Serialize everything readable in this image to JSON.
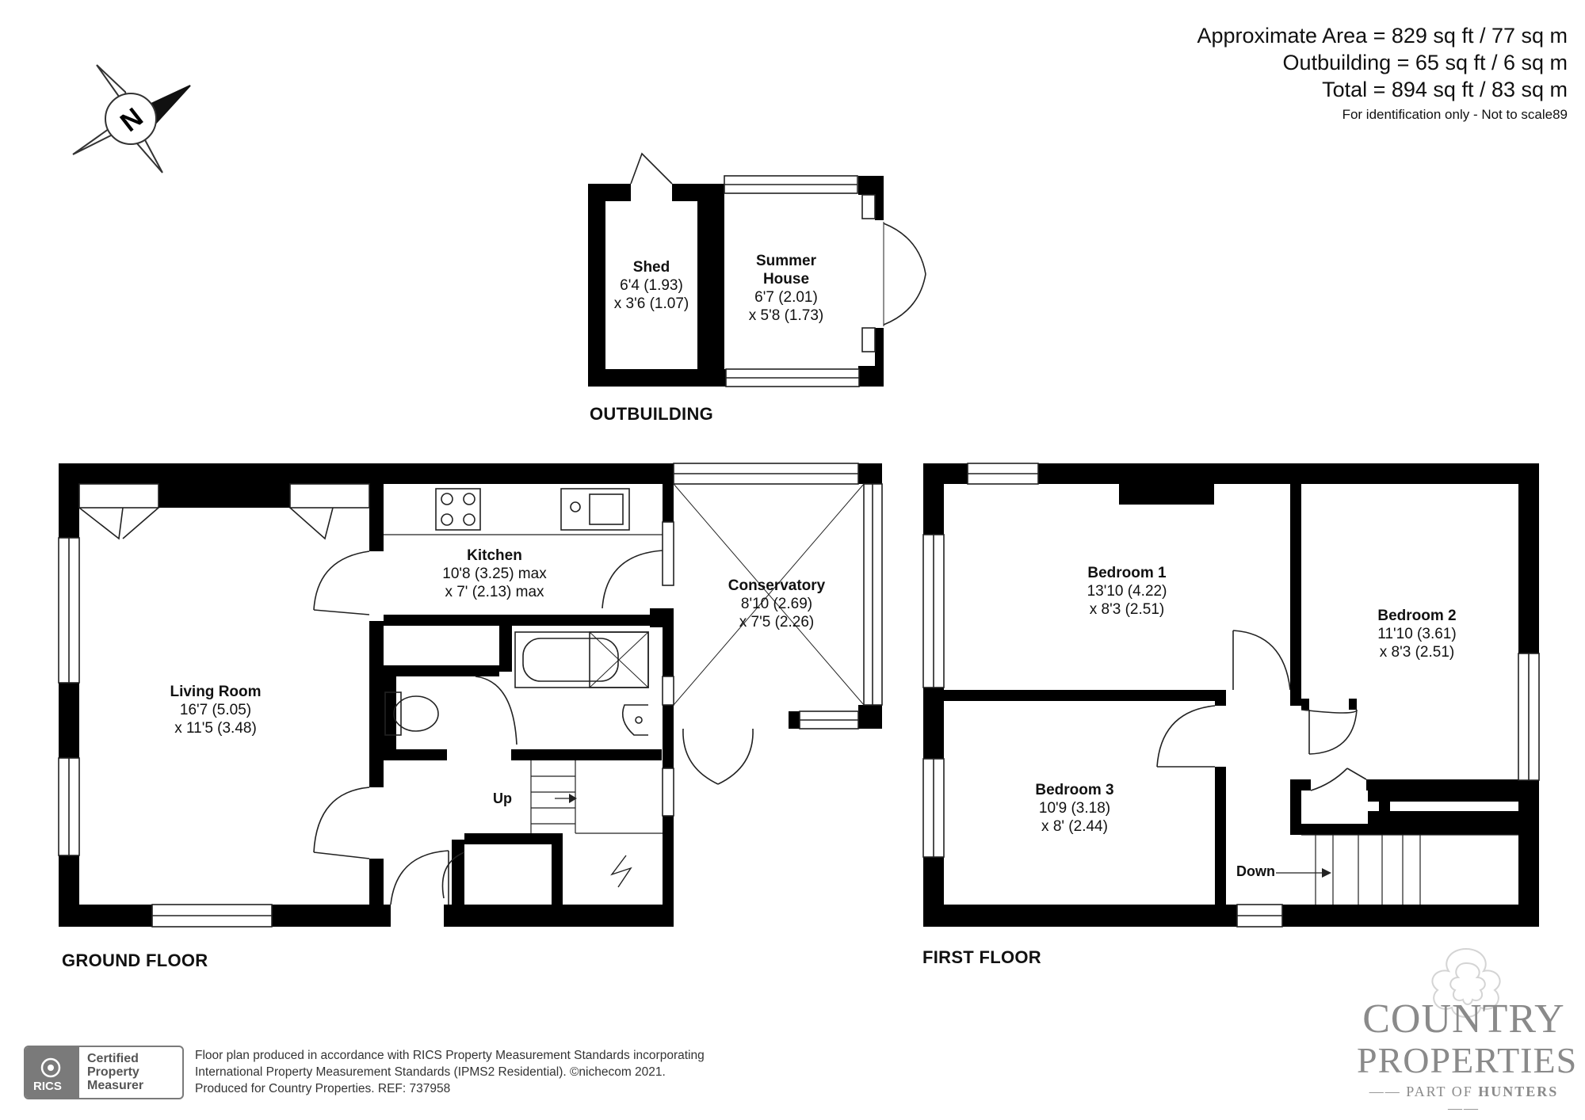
{
  "areas": {
    "approximate": "Approximate Area = 829 sq ft / 77 sq m",
    "outbuilding": "Outbuilding = 65 sq ft / 6 sq m",
    "total": "Total = 894 sq ft / 83 sq m",
    "note": "For identification only - Not to scale89"
  },
  "compass": {
    "letter": "N"
  },
  "outbuilding": {
    "label": "OUTBUILDING",
    "shed": {
      "name": "Shed",
      "dim1": "6'4 (1.93)",
      "dim2": "x 3'6 (1.07)"
    },
    "summer_house": {
      "name1": "Summer",
      "name2": "House",
      "dim1": "6'7 (2.01)",
      "dim2": "x 5'8 (1.73)"
    }
  },
  "ground_floor": {
    "label": "GROUND FLOOR",
    "living_room": {
      "name": "Living Room",
      "dim1": "16'7 (5.05)",
      "dim2": "x 11'5 (3.48)"
    },
    "kitchen": {
      "name": "Kitchen",
      "dim1": "10'8 (3.25) max",
      "dim2": "x 7' (2.13) max"
    },
    "conservatory": {
      "name": "Conservatory",
      "dim1": "8'10 (2.69)",
      "dim2": "x 7'5 (2.26)"
    },
    "stairs_label": "Up"
  },
  "first_floor": {
    "label": "FIRST FLOOR",
    "bedroom1": {
      "name": "Bedroom 1",
      "dim1": "13'10 (4.22)",
      "dim2": "x 8'3 (2.51)"
    },
    "bedroom2": {
      "name": "Bedroom 2",
      "dim1": "11'10 (3.61)",
      "dim2": "x 8'3 (2.51)"
    },
    "bedroom3": {
      "name": "Bedroom 3",
      "dim1": "10'9 (3.18)",
      "dim2": "x 8' (2.44)"
    },
    "stairs_label": "Down"
  },
  "footer": {
    "line1": "Floor plan produced in accordance with RICS Property Measurement Standards incorporating",
    "line2": "International Property Measurement Standards (IPMS2 Residential).   ©nichecom 2021.",
    "line3": "Produced for Country Properties.   REF: 737958"
  },
  "rics": {
    "word": "RICS",
    "line1": "Certified",
    "line2": "Property",
    "line3": "Measurer"
  },
  "brand": {
    "line1": "COUNTRY",
    "line2": "PROPERTIES",
    "part_of": "PART OF",
    "parent": "HUNTERS"
  }
}
